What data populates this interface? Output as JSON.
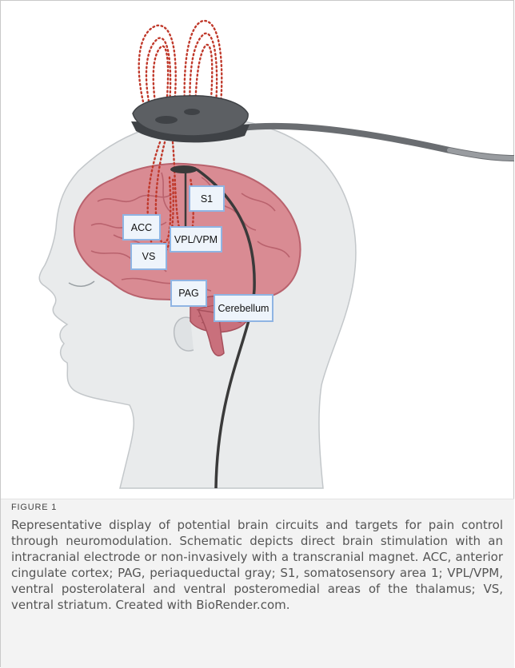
{
  "figure": {
    "labels": {
      "s1": "S1",
      "acc": "ACC",
      "vpl_vpm": "VPL/VPM",
      "vs": "VS",
      "pag": "PAG",
      "cerebellum": "Cerebellum"
    },
    "colors": {
      "head_fill": "#e9ebec",
      "head_outline": "#c3c7ca",
      "brain_fill": "#d98b93",
      "brain_fold": "#b9626d",
      "cerebellum_fill": "#c9707c",
      "coil_fill": "#5c5f63",
      "field_lines": "#c0392b",
      "lead_wire": "#3a3a3a",
      "label_border": "#8fb4e3",
      "label_fill": "#eef4fb"
    },
    "icons": [
      "head-profile-illustration",
      "brain-illustration",
      "tms-coil-icon",
      "electrode-lead-icon"
    ]
  },
  "caption": {
    "label": "FIGURE 1",
    "text": "Representative display of potential brain circuits and targets for pain control through neuromodulation. Schematic depicts direct brain stimulation with an intracranial electrode or non-invasively with a transcranial magnet. ACC, anterior cingulate cortex; PAG, periaqueductal gray; S1, somatosensory area 1; VPL/VPM, ventral posterolateral and ventral posteromedial areas of the thalamus; VS, ventral striatum. Created with BioRender.com."
  }
}
